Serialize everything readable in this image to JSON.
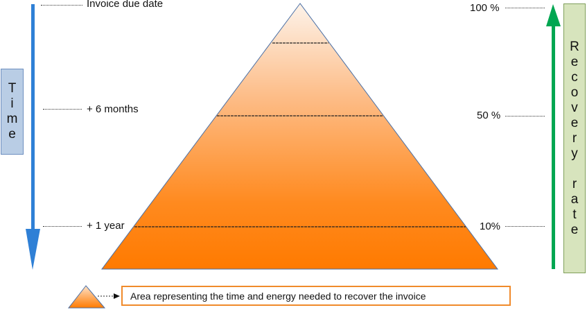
{
  "left_axis": {
    "label": "Time",
    "arrow_color": "#2f80d6",
    "markers": [
      "Invoice due date",
      "+ 6 months",
      "+ 1 year"
    ]
  },
  "right_axis": {
    "label": "Recovery rate",
    "arrow_color": "#00a651",
    "markers": [
      "100 %",
      "50 %",
      "10%"
    ]
  },
  "pyramid": {
    "top_color": "#fdf0e6",
    "bottom_color": "#ff7a00",
    "outline_color": "#4a6fa5"
  },
  "legend": {
    "text": "Area representing the time and energy needed to recover the invoice"
  }
}
